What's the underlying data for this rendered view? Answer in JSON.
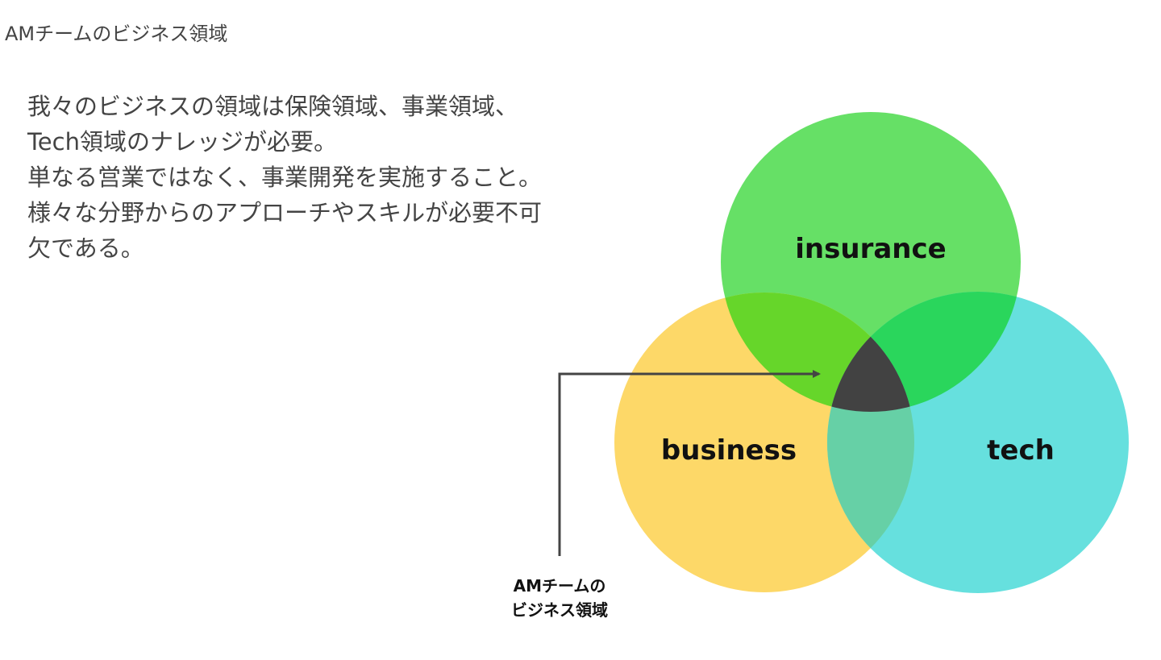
{
  "slide": {
    "title": "AMチームのビジネス領域",
    "body_lines": [
      "我々のビジネスの領域は保険領域、事業領域、",
      "Tech領域のナレッジが必要。",
      "単なる営業ではなく、事業開発を実施すること。",
      "様々な分野からのアプローチやスキルが必要不可",
      "欠である。"
    ]
  },
  "venn": {
    "sets": [
      {
        "label": "insurance",
        "color": "#66E066"
      },
      {
        "label": "business",
        "color": "#FDD868"
      },
      {
        "label": "tech",
        "color": "#66E0DE"
      }
    ],
    "overlaps": {
      "insurance_business": "#66D62A",
      "insurance_tech": "#2AD65C",
      "business_tech": "#66D0A6",
      "all": "#424242"
    },
    "callout_lines": [
      "AMチームの",
      "ビジネス領域"
    ]
  }
}
